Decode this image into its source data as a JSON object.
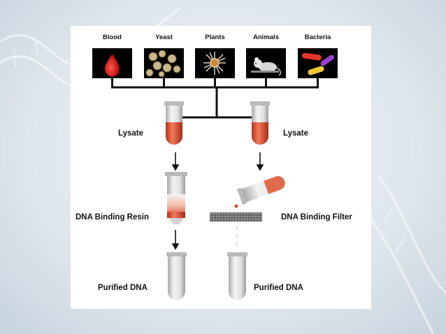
{
  "sources": [
    {
      "label": "Blood",
      "icon": "blood-drop-icon"
    },
    {
      "label": "Yeast",
      "icon": "yeast-cells-icon"
    },
    {
      "label": "Plants",
      "icon": "plant-flower-icon"
    },
    {
      "label": "Animals",
      "icon": "mouse-icon"
    },
    {
      "label": "Bacteria",
      "icon": "bacteria-icon"
    }
  ],
  "left_path": {
    "lysate": "Lysate",
    "binding": "DNA Binding Resin",
    "purified": "Purified DNA"
  },
  "right_path": {
    "lysate": "Lysate",
    "binding": "DNA Binding Filter",
    "purified": "Purified DNA"
  },
  "colors": {
    "lysate_red": "#d9452a",
    "tube_gray": "#c8c8c8",
    "connector": "#111111"
  }
}
